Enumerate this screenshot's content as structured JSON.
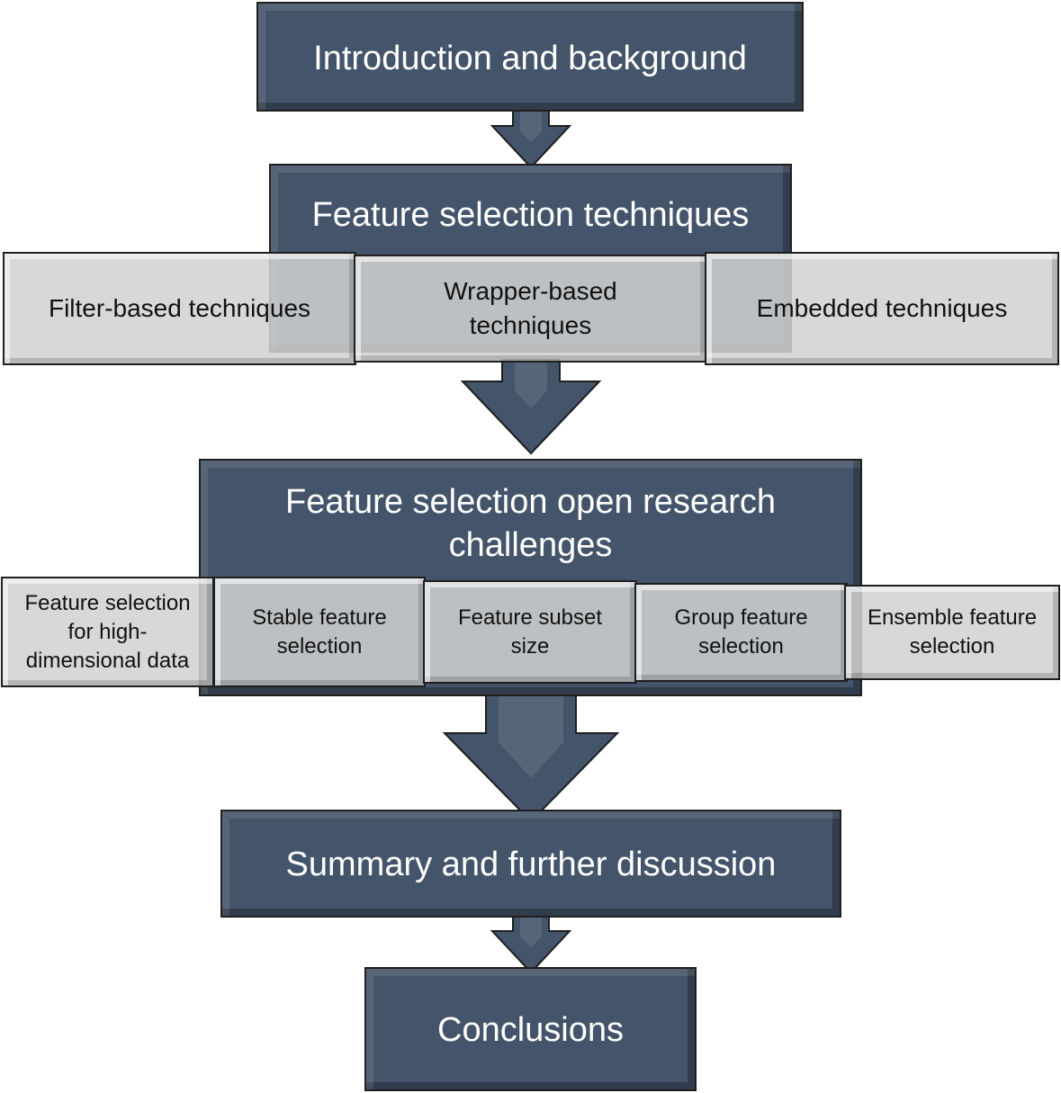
{
  "nodes": {
    "intro": "Introduction and background",
    "techniques": "Feature selection techniques",
    "filter": "Filter-based techniques",
    "wrapper": "Wrapper-based\ntechniques",
    "embedded": "Embedded techniques",
    "challenges": "Feature selection open research\nchallenges",
    "high_dim": "Feature selection\nfor high-\ndimensional data",
    "stable": "Stable feature\nselection",
    "subset": "Feature subset\nsize",
    "group": "Group feature\nselection",
    "ensemble": "Ensemble feature\nselection",
    "summary": "Summary and further discussion",
    "conclusions": "Conclusions"
  },
  "colors": {
    "main_box": "#44546a",
    "sub_box": "#d2d2d2",
    "border": "#1f1f1f"
  }
}
